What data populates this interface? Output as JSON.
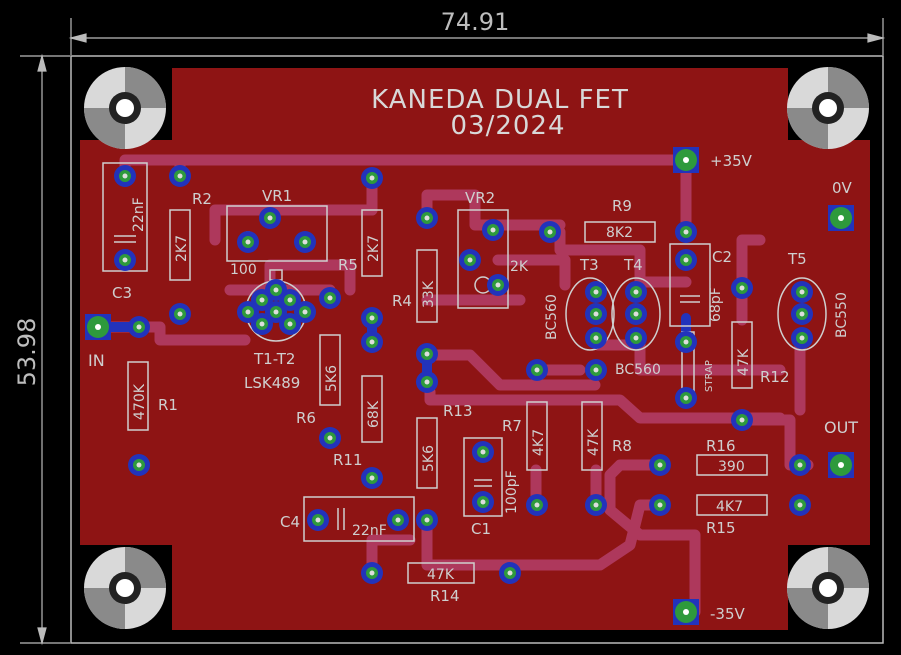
{
  "board": {
    "title_line1": "KANEDA DUAL FET",
    "title_line2": "03/2024",
    "width_dim": "74.91",
    "height_dim": "53.98"
  },
  "colors": {
    "background": "#000000",
    "copper_top": "#8e1414",
    "copper_bottom_trace": "#b03a60",
    "silkscreen": "#cfcfcf",
    "via_ring": "#2233bb",
    "pad": "#2e9a3c"
  },
  "labels": {
    "vp35_top": "+35V",
    "vm35_bottom": "-35V",
    "gnd": "0V",
    "in": "IN",
    "out": "OUT",
    "c3": "C3",
    "c3_val": "22nF",
    "r2": "R2",
    "r2_val": "2K7",
    "vr1": "VR1",
    "vr1_val": "100",
    "t1t2": "T1-T2",
    "t1t2_val": "LSK489",
    "r1": "R1",
    "r1_val": "470K",
    "r5": "R5",
    "r5_val": "2K7",
    "r6": "R6",
    "r6_val": "5K6",
    "r4": "R4",
    "r4_val": "33K",
    "r11": "R11",
    "r11_val": "68K",
    "r13": "R13",
    "r13_val": "5K6",
    "c4": "C4",
    "c4_val": "22nF",
    "r14": "R14",
    "r14_val": "47K",
    "vr2": "VR2",
    "vr2_val": "2K",
    "r9": "R9",
    "r9_val": "8K2",
    "c2": "C2",
    "c2_val": "68pF",
    "t3": "T3",
    "t4": "T4",
    "t3_val": "BC560",
    "t4_val": "BC560",
    "t5": "T5",
    "t5_val": "BC550",
    "strap": "STRAP",
    "r7": "R7",
    "r7_val": "4K7",
    "r8": "R8",
    "r8_val": "47K",
    "c1": "C1",
    "c1_val": "100pF",
    "r12": "R12",
    "r12_val": "47K",
    "r16": "R16",
    "r16_val": "390",
    "r15": "R15",
    "r15_val": "4K7"
  }
}
